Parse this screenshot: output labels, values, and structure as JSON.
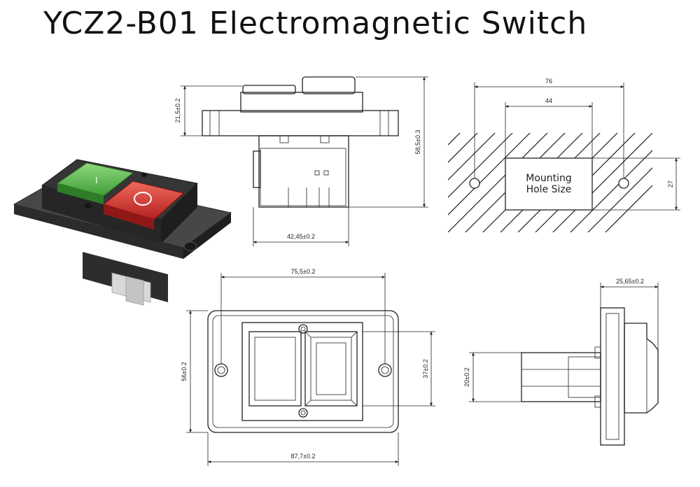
{
  "title": "YCZ2-B01 Electromagnetic Switch",
  "product_photo": {
    "on_button_mark": "I",
    "off_button_mark": "O",
    "colors": {
      "on_button": "#5cbd4c",
      "off_button": "#d8322f",
      "housing": "#3a3a3a",
      "terminals": "#cfcfcf"
    }
  },
  "side_view": {
    "height_label": "21,5±0.2",
    "total_height_label": "58,5±0.3",
    "body_width_label": "42,45±0.2"
  },
  "mounting_hole": {
    "hole_label_line1": "Mounting",
    "hole_label_line2": "Hole Size",
    "outer_width_label": "76",
    "inner_width_label": "44",
    "height_label": "27"
  },
  "front_view": {
    "inner_width_label": "75,5±0.2",
    "outer_width_label": "87,7±0.2",
    "height_label": "56±0.2",
    "button_height_label": "37±0.2"
  },
  "profile_view": {
    "depth_label": "25,65±0.2",
    "terminal_height_label": "20±0.2"
  }
}
